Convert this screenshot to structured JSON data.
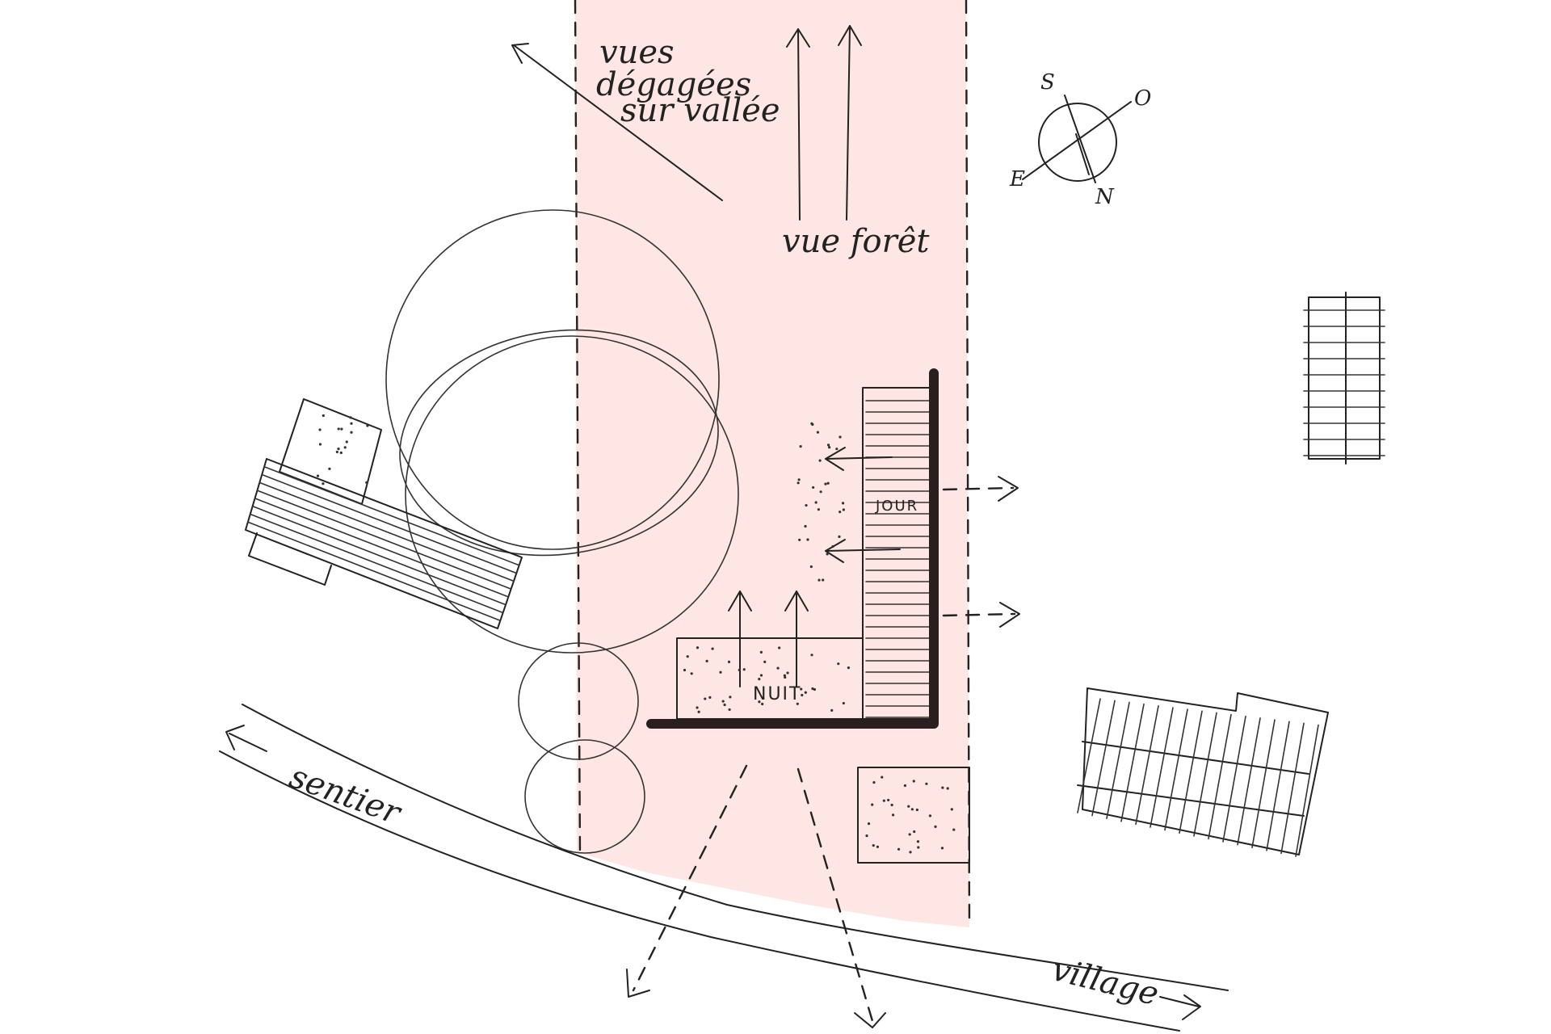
{
  "colors": {
    "zone_fill": "#fde6e3",
    "ink": "#222222",
    "paper": "#ffffff"
  },
  "labels": {
    "view_valley": [
      "vues",
      "dégagées",
      "sur vallée"
    ],
    "view_forest": "vue forêt",
    "path": "sentier",
    "village": "village",
    "day": "JOUR",
    "night": "NUIT"
  },
  "compass": {
    "south": "S",
    "west": "O",
    "east": "E",
    "north": "N"
  }
}
